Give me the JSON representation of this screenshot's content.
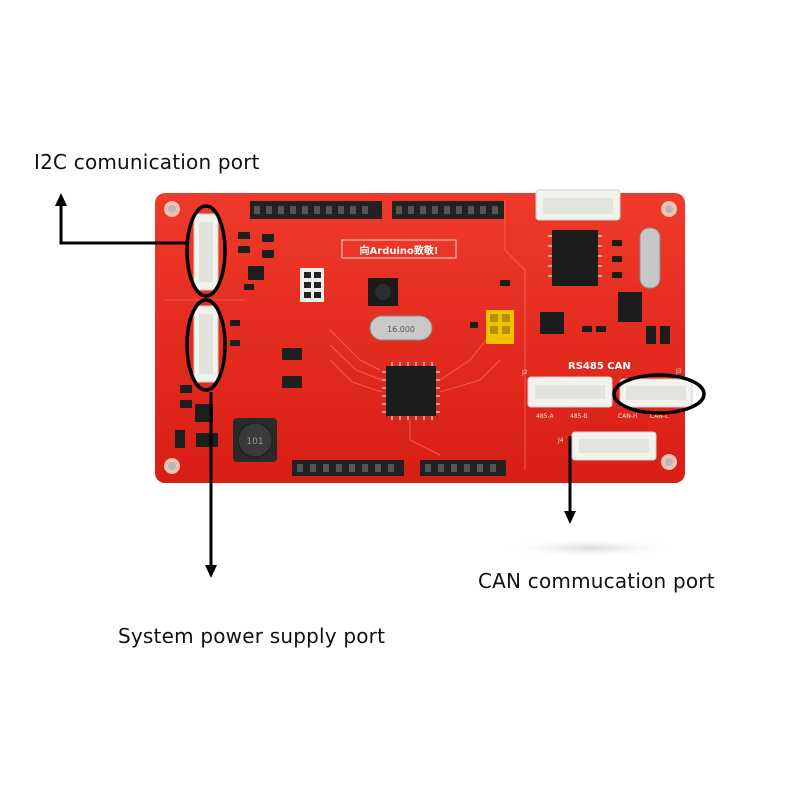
{
  "labels": {
    "i2c_port": "I2C comunication port",
    "can_port": "CAN commucation port",
    "power_port": "System power supply port"
  },
  "board": {
    "silkscreen_banner": "向Arduino致敬!",
    "silkscreen_rs485_can": "RS485 CAN",
    "silkscreen_can_h": "CAN-H",
    "silkscreen_can_l": "CAN-L",
    "silkscreen_485_a": "485-A",
    "silkscreen_485_b": "485-B",
    "silkscreen_j2": "J2",
    "silkscreen_j3": "J3",
    "silkscreen_j4": "J4",
    "crystal_marking": "16.000",
    "inductor_marking": "101"
  },
  "colors": {
    "board_red": "#e8241c",
    "callout_ellipse": "#000000",
    "arrow": "#000000",
    "connector_white": "#f2f2ee"
  }
}
